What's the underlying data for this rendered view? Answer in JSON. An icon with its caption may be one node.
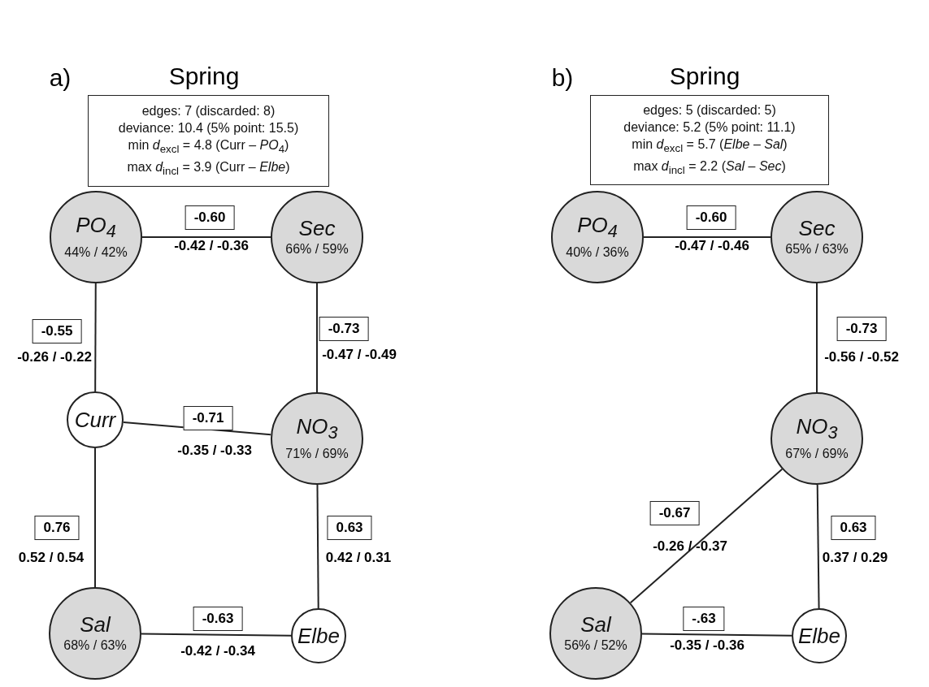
{
  "diagram": {
    "nodes": [
      {
        "text": [
          "edges: 7 (discarded: 8)",
          "deviance:  10.4 (5% point: 15.5)",
          "min *d*$_{excl}$ = 4.8 (Curr – *PO*$_{4}$)",
          "max *d*$_{incl}$ = 3.9 (Curr – *Elbe*)"
        ]
      },
      {
        "text": [
          "PO$_{4}$",
          "44% / 42%"
        ]
      },
      {
        "text": [
          "Sec",
          "66% / 59%"
        ]
      },
      {
        "text": [
          "Curr"
        ]
      },
      {
        "text": [
          "NO$_{3}$",
          "71% / 69%"
        ]
      },
      {
        "text": [
          "Sal",
          "68% / 63%"
        ]
      },
      {
        "text": [
          "Elbe"
        ]
      },
      {
        "text": [
          "edges: 5 (discarded: 5)",
          "deviance:  5.2 (5% point: 11.1)",
          "min *d*$_{excl}$ = 5.7 (*Elbe* – *Sal*)",
          "max *d*$_{incl}$ = 2.2 (*Sal* – *Sec*)"
        ]
      },
      {
        "text": [
          "PO$_{4}$",
          "40% / 36%"
        ]
      },
      {
        "text": [
          "Sec",
          "65% / 63%"
        ]
      },
      {
        "text": [
          "NO$_{3}$",
          "67% / 69%"
        ]
      },
      {
        "text": [
          "Sal",
          "56% / 52%"
        ]
      },
      {
        "text": [
          "Elbe"
        ]
      }
    ],
    "edges": [
      {
        "from": 1,
        "to": 2,
        "arrow": "none",
        "label": "-0.60"
      },
      {
        "from": 1,
        "to": 3,
        "arrow": "none",
        "label": "-0.55"
      },
      {
        "from": 2,
        "to": 4,
        "arrow": "none",
        "label": "-0.73"
      },
      {
        "from": 3,
        "to": 4,
        "arrow": "none",
        "label": "-0.71"
      },
      {
        "from": 3,
        "to": 5,
        "arrow": "none",
        "label": "0.76"
      },
      {
        "from": 4,
        "to": 6,
        "arrow": "none",
        "label": "0.63"
      },
      {
        "from": 5,
        "to": 6,
        "arrow": "none",
        "label": "-0.63"
      },
      {
        "from": 8,
        "to": 9,
        "arrow": "none",
        "label": "-0.60"
      },
      {
        "from": 9,
        "to": 10,
        "arrow": "none",
        "label": "-0.73"
      },
      {
        "from": 10,
        "to": 11,
        "arrow": "none",
        "label": "-0.67"
      },
      {
        "from": 10,
        "to": 12,
        "arrow": "none",
        "label": "0.63"
      },
      {
        "from": 11,
        "to": 12,
        "arrow": "none",
        "label": "-.63"
      }
    ],
    "labels": [
      "a)",
      "Spring",
      "-0.42 / -0.36",
      "-0.26 / -0.22",
      "-0.47 / -0.49",
      "-0.35 / -0.33",
      "0.52 / 0.54",
      "0.42 / 0.31",
      "-0.42 / -0.34",
      "b)",
      "Spring",
      "-0.47 / -0.46",
      "-0.56 / -0.52",
      "-0.26 / -0.37",
      "0.37 / 0.29",
      "-0.35 / -0.36"
    ]
  }
}
